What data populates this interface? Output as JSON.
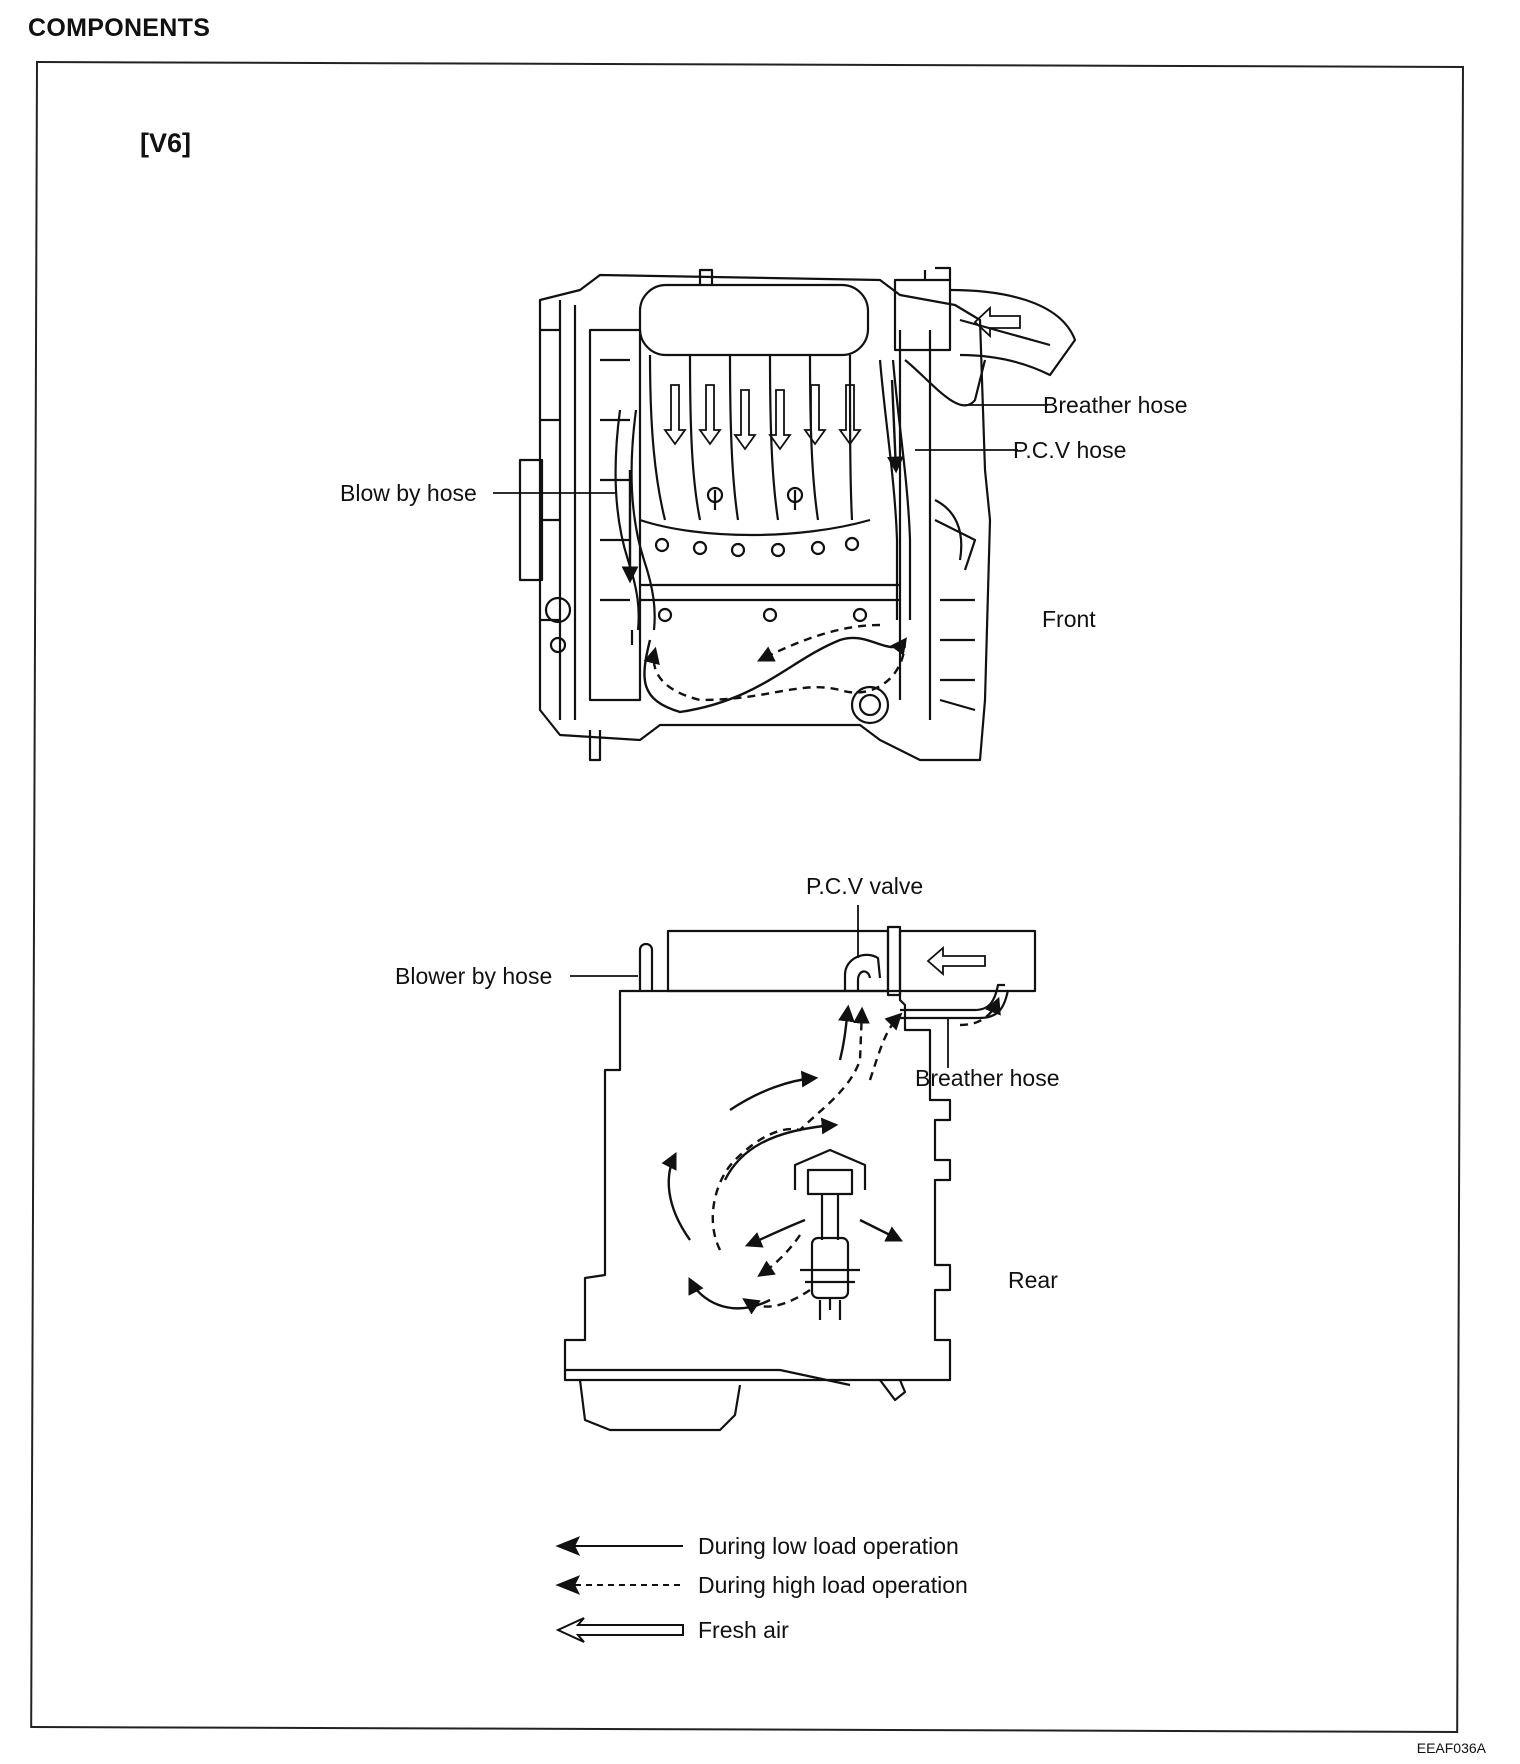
{
  "heading": "COMPONENTS",
  "section_label": "[V6]",
  "top_view": {
    "labels": {
      "breather_hose": "Breather hose",
      "pcv_hose": "P.C.V hose",
      "blow_by_hose": "Blow by hose",
      "front": "Front"
    }
  },
  "side_view": {
    "labels": {
      "pcv_valve": "P.C.V valve",
      "blower_by_hose": "Blower by hose",
      "breather_hose": "Breather hose",
      "rear": "Rear"
    }
  },
  "legend": [
    {
      "line_style": "solid",
      "label": "During low load operation"
    },
    {
      "line_style": "dashed",
      "label": "During high load operation"
    },
    {
      "line_style": "double",
      "label": "Fresh air"
    }
  ],
  "figure_code": "EEAF036A"
}
